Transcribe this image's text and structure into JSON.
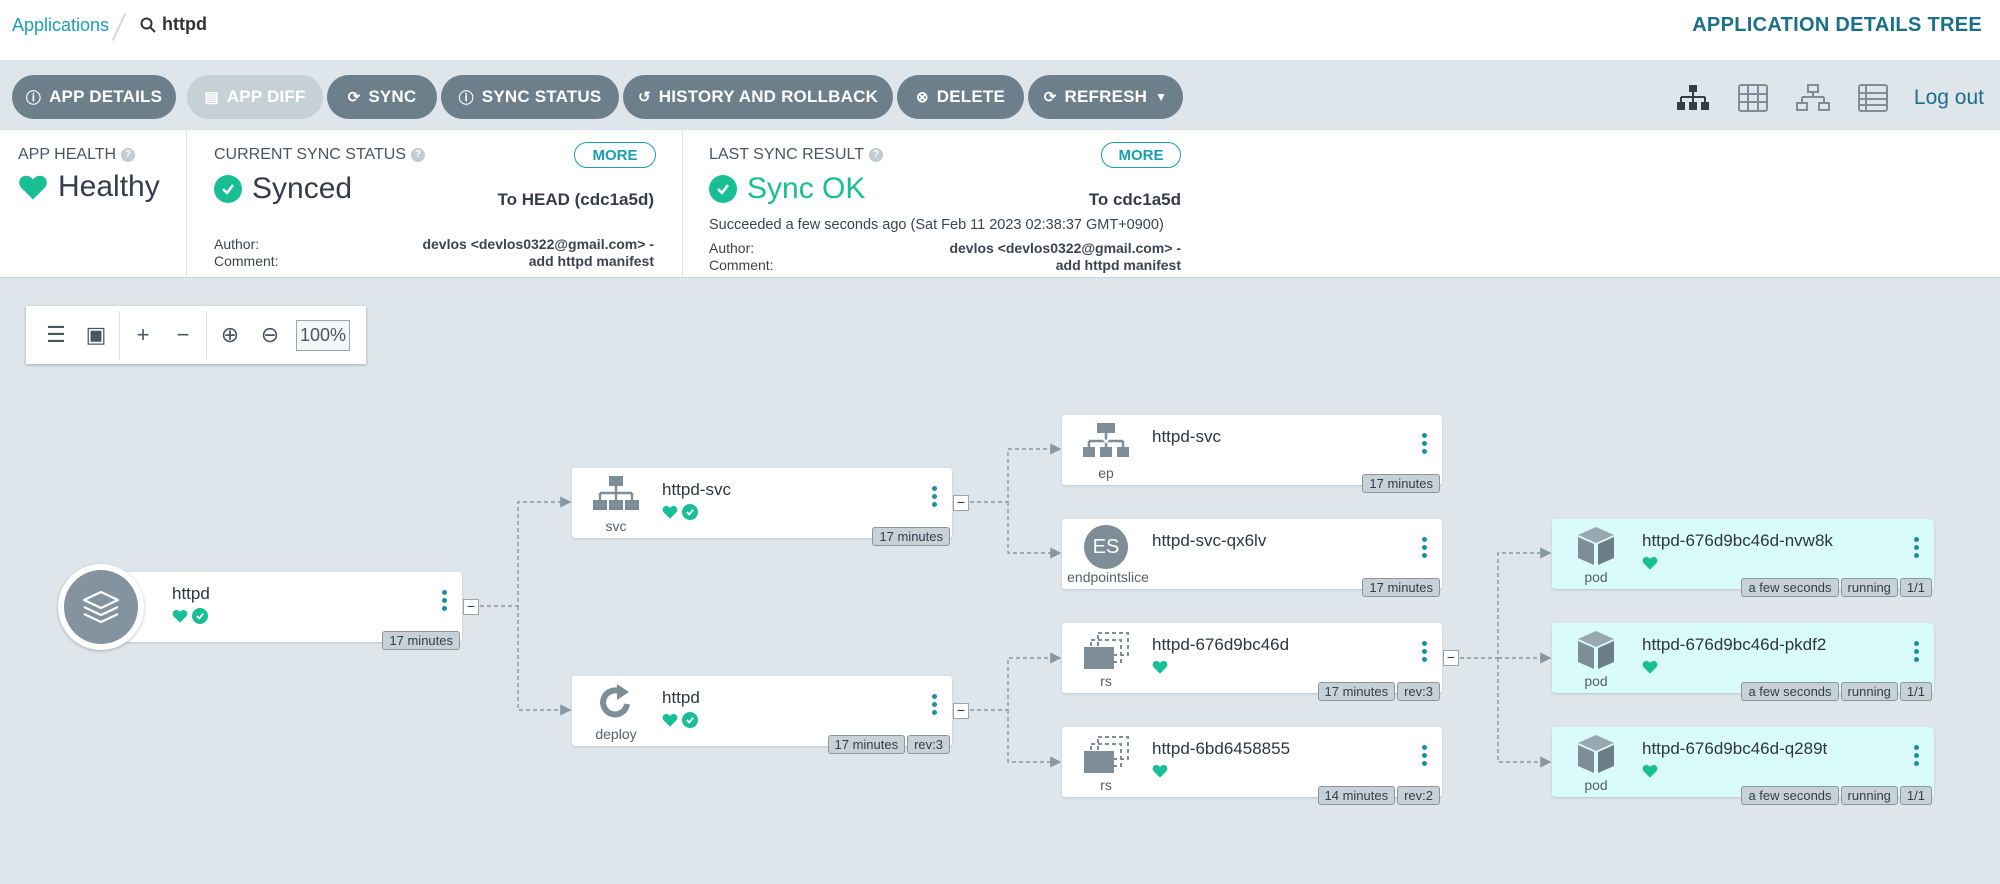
{
  "breadcrumb": {
    "app_link": "Applications",
    "search": "httpd"
  },
  "page_title": "APPLICATION DETAILS TREE",
  "toolbar": {
    "buttons": [
      "APP DETAILS",
      "APP DIFF",
      "SYNC",
      "SYNC STATUS",
      "HISTORY AND ROLLBACK",
      "DELETE",
      "REFRESH"
    ],
    "logout": "Log out"
  },
  "status": {
    "health": {
      "label": "APP HEALTH",
      "value": "Healthy"
    },
    "sync": {
      "label": "CURRENT SYNC STATUS",
      "value": "Synced",
      "more": "MORE",
      "target": "To HEAD (cdc1a5d)",
      "author_label": "Author:",
      "comment_label": "Comment:",
      "author": "devlos <devlos0322@gmail.com> -",
      "comment": "add httpd manifest"
    },
    "last_sync": {
      "label": "LAST SYNC RESULT",
      "value": "Sync OK",
      "more": "MORE",
      "target": "To cdc1a5d",
      "succeeded": "Succeeded a few seconds ago (Sat Feb 11 2023 02:38:37 GMT+0900)",
      "author_label": "Author:",
      "comment_label": "Comment:",
      "author": "devlos <devlos0322@gmail.com> -",
      "comment": "add httpd manifest"
    }
  },
  "zoom": {
    "value": "100%"
  },
  "nodes": {
    "app": {
      "name": "httpd",
      "age": "17 minutes"
    },
    "svc": {
      "name": "httpd-svc",
      "kind": "svc",
      "age": "17 minutes"
    },
    "deploy": {
      "name": "httpd",
      "kind": "deploy",
      "age": "17 minutes",
      "rev": "rev:3"
    },
    "ep": {
      "name": "httpd-svc",
      "kind": "ep",
      "age": "17 minutes"
    },
    "es": {
      "name": "httpd-svc-qx6lv",
      "kind": "endpointslice",
      "abbr": "ES",
      "age": "17 minutes"
    },
    "rs1": {
      "name": "httpd-676d9bc46d",
      "kind": "rs",
      "age": "17 minutes",
      "rev": "rev:3"
    },
    "rs2": {
      "name": "httpd-6bd6458855",
      "kind": "rs",
      "age": "14 minutes",
      "rev": "rev:2"
    },
    "pod1": {
      "name": "httpd-676d9bc46d-nvw8k",
      "kind": "pod",
      "age": "a few seconds",
      "state": "running",
      "ready": "1/1"
    },
    "pod2": {
      "name": "httpd-676d9bc46d-pkdf2",
      "kind": "pod",
      "age": "a few seconds",
      "state": "running",
      "ready": "1/1"
    },
    "pod3": {
      "name": "httpd-676d9bc46d-q289t",
      "kind": "pod",
      "age": "a few seconds",
      "state": "running",
      "ready": "1/1"
    }
  },
  "colors": {
    "healthy": "#18be94",
    "accent": "#1aa0b8",
    "button": "#6d7f8b",
    "pod_bg": "#dafbfb"
  }
}
